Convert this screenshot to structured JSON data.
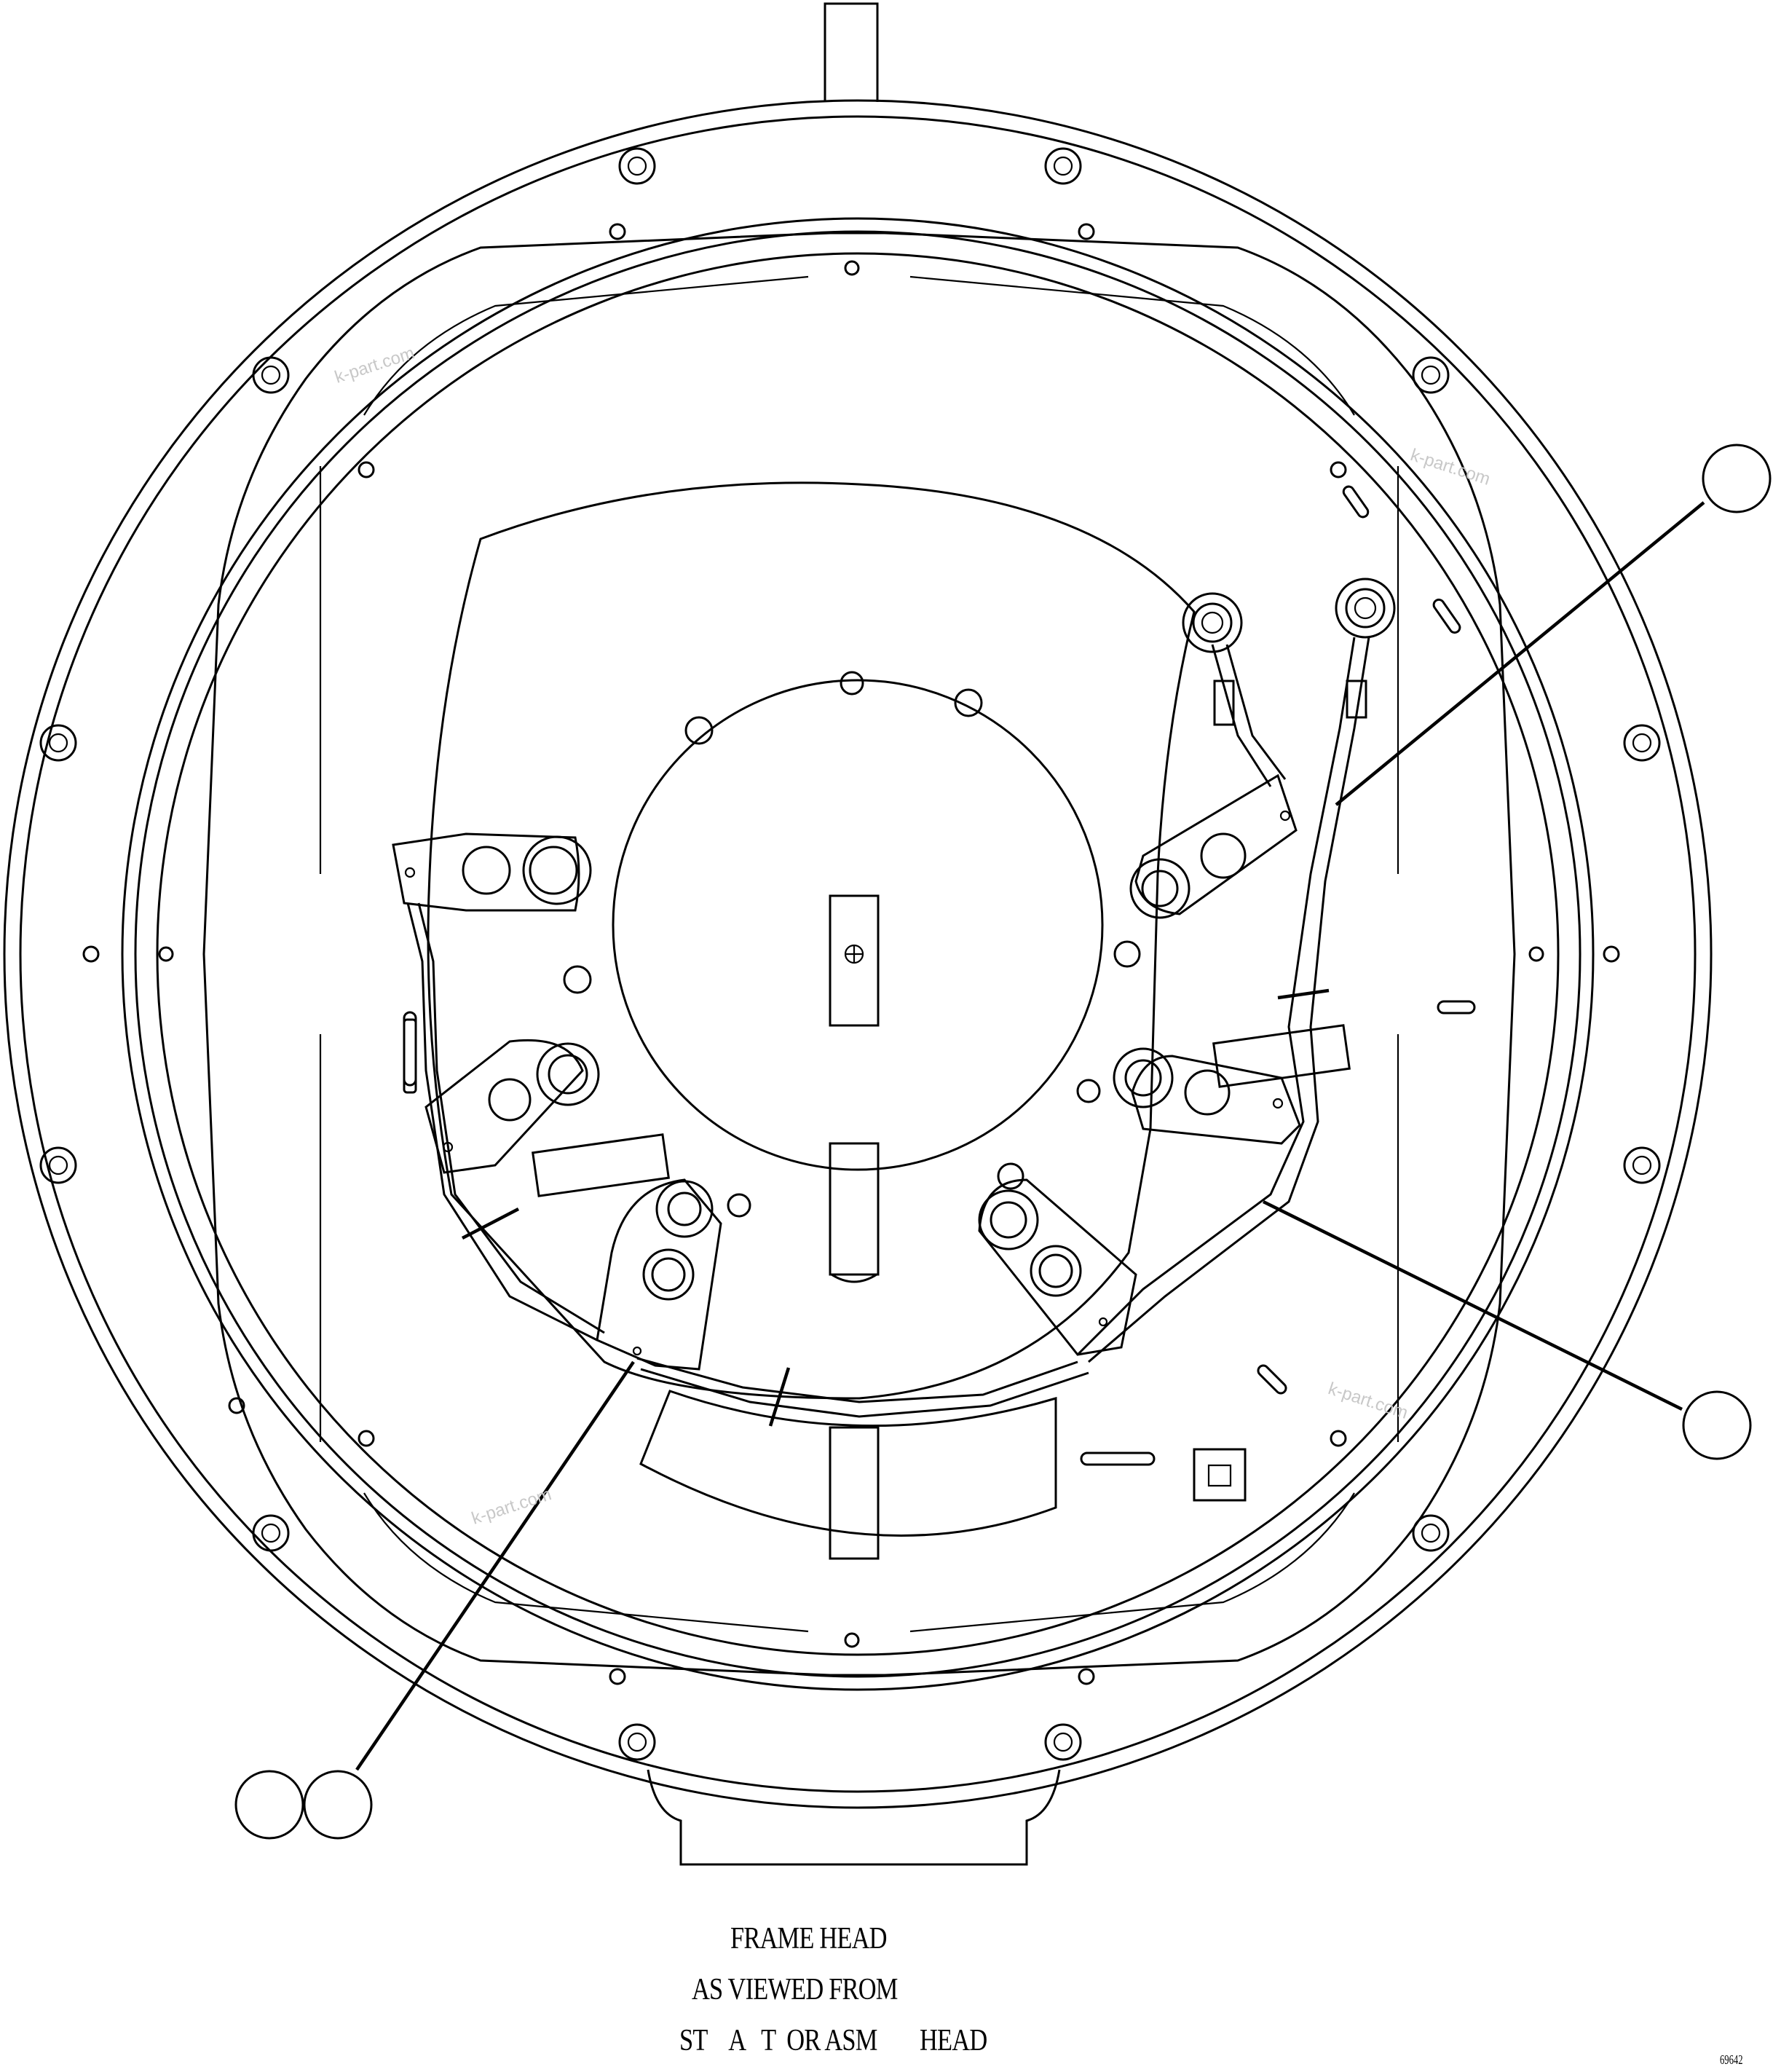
{
  "caption": {
    "line1": "FRAME HEAD",
    "line2": "AS VIEWED FROM",
    "line3_a": "ST    A   T  OR ASM",
    "line3_b": "HEAD"
  },
  "document_number": "69642",
  "watermark": "k-part.com",
  "callouts": [
    {
      "id": "callout-top-right",
      "label": ""
    },
    {
      "id": "callout-right",
      "label": ""
    },
    {
      "id": "callout-bottom-left-a",
      "label": ""
    },
    {
      "id": "callout-bottom-left-b",
      "label": ""
    }
  ]
}
